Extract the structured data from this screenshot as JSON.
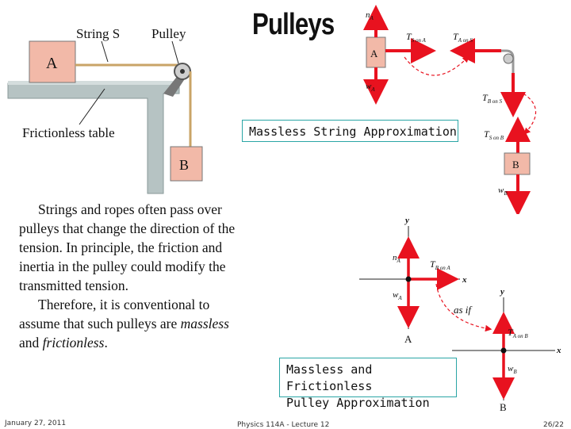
{
  "title": "Pulleys",
  "approx_massless": "Massless String Approximation",
  "approx_frictionless_line1": "Massless and Frictionless",
  "approx_frictionless_line2": "Pulley Approximation",
  "paragraph1": "Strings and ropes often pass over pulleys that change the direction of the tension.  In principle, the friction and inertia in the pulley could modify the transmitted tension.",
  "paragraph2_lead": "Therefore, it is conventional to assume that such pulleys are ",
  "paragraph2_em1": "massless",
  "paragraph2_and": " and ",
  "paragraph2_em2": "frictionless",
  "paragraph2_end": ".",
  "footer": {
    "date": "January 27, 2011",
    "course": "Physics 114A  -  Lecture 12",
    "page": "26/22"
  },
  "photo_labels": {
    "string": "String S",
    "pulley": "Pulley",
    "block_a": "A",
    "block_b": "B",
    "table": "Frictionless table"
  },
  "fbd_top": {
    "block_a": "A",
    "block_b": "B",
    "n_a": "n",
    "n_a_sub": "A",
    "w_a": "w",
    "w_a_sub": "A",
    "t_s_on_a": "T",
    "t_s_on_a_sub": "S on A",
    "t_a_on_s": "T",
    "t_a_on_s_sub": "A on S",
    "t_b_on_s": "T",
    "t_b_on_s_sub": "B on S",
    "t_s_on_b": "T",
    "t_s_on_b_sub": "S on B",
    "w_b": "w",
    "w_b_sub": "B"
  },
  "fbd_bottom": {
    "y1": "y",
    "x1": "x",
    "n_a": "n",
    "n_a_sub": "A",
    "w_a": "w",
    "w_a_sub": "A",
    "t_b_on_a": "T",
    "t_b_on_a_sub": "B on A",
    "block_a": "A",
    "as_if": "as if",
    "y2": "y",
    "x2": "x",
    "t_a_on_b": "T",
    "t_a_on_b_sub": "A on B",
    "w_b": "w",
    "w_b_sub": "B",
    "block_b": "B"
  },
  "colors": {
    "arrow": "#e8121f",
    "block": "#f2b9a8",
    "table": "#b6c3c3",
    "rope": "#c9a467",
    "box_border": "#2aa6a6"
  }
}
